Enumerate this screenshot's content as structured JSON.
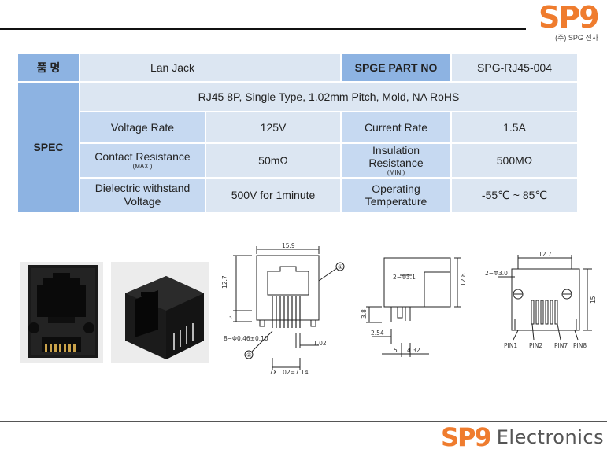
{
  "brand": {
    "logo_mark": "SP9",
    "logo_sub": "(주) SPG 전자",
    "footer_word": "Electronics",
    "accent_color": "#ef7c2e",
    "header_color": "#8db3e2"
  },
  "table": {
    "product_name_label": "품  명",
    "product_name": "Lan Jack",
    "part_no_label": "SPGE PART NO",
    "part_no": "SPG-RJ45-004",
    "spec_label": "SPEC",
    "spec_summary": "RJ45 8P, Single Type, 1.02mm Pitch, Mold, NA RoHS",
    "rows": [
      {
        "l1": "Voltage Rate",
        "l1_sub": "",
        "v1": "125V",
        "l2": "Current Rate",
        "l2_sub": "",
        "v2": "1.5A"
      },
      {
        "l1": "Contact Resistance",
        "l1_sub": "(MAX.)",
        "v1": "50mΩ",
        "l2": "Insulation Resistance",
        "l2_sub": "(MIN.)",
        "v2": "500MΩ"
      },
      {
        "l1": "Dielectric withstand Voltage",
        "l1_sub": "",
        "v1": "500V for 1minute",
        "l2": "Operating Temperature",
        "l2_sub": "",
        "v2": "-55℃ ~ 85℃"
      }
    ]
  },
  "drawings": {
    "front": {
      "width_dim": "15.9",
      "height_dim": "12.7",
      "base_dim": "3",
      "pin_note": "8−Φ0.46±0.10",
      "pitch_dim": "1.02",
      "span_dim": "7X1.02=7.14",
      "callout_1": "①",
      "callout_2": "②"
    },
    "side": {
      "hole_note": "2−Φ3.1",
      "height_dim": "12.8",
      "leg_dim": "3.8",
      "offset_dim": "2.54",
      "bottom_a": "5",
      "bottom_b": "4.32"
    },
    "bottom": {
      "width_dim": "12.7",
      "hole_note": "2−Φ3.0",
      "height_dim": "15",
      "pins": [
        "PIN1",
        "PIN2",
        "PIN7",
        "PIN8"
      ]
    }
  }
}
